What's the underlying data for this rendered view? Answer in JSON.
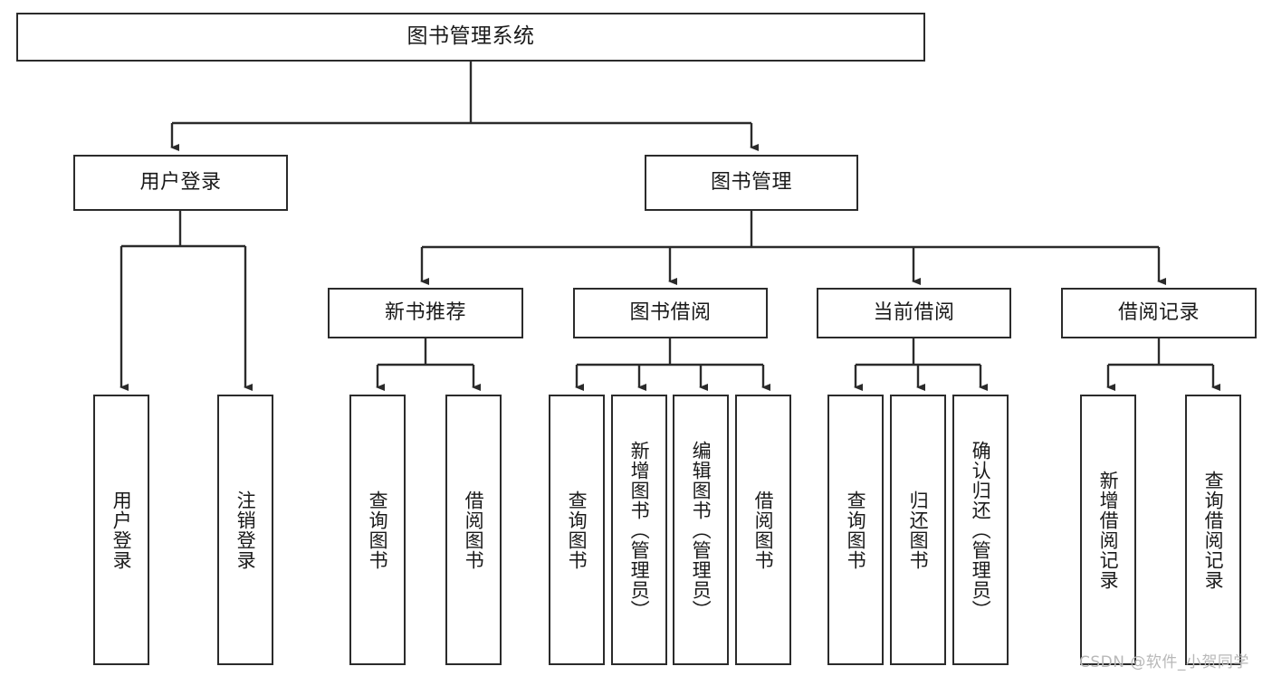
{
  "diagram": {
    "title": "图书管理系统",
    "type": "tree-hierarchy-chart",
    "watermark": "CSDN @软件_小贺同学",
    "colors": {
      "box_border": "#2b2b2b",
      "box_fill": "#ffffff",
      "edge": "#2b2b2b",
      "text": "#1a1a1a",
      "watermark": "#b8b8b8"
    },
    "root": {
      "label": "图书管理系统"
    },
    "level2": [
      {
        "label": "用户登录"
      },
      {
        "label": "图书管理"
      }
    ],
    "level3": [
      {
        "label": "新书推荐"
      },
      {
        "label": "图书借阅"
      },
      {
        "label": "当前借阅"
      },
      {
        "label": "借阅记录"
      }
    ],
    "leaves": {
      "user_login": [
        {
          "label": "用户登录"
        },
        {
          "label": "注销登录"
        }
      ],
      "new_book_rec": [
        {
          "label": "查询图书"
        },
        {
          "label": "借阅图书"
        }
      ],
      "book_borrow": [
        {
          "label": "查询图书"
        },
        {
          "label": "新增图书（管理员）"
        },
        {
          "label": "编辑图书（管理员）"
        },
        {
          "label": "借阅图书"
        }
      ],
      "current_borrow": [
        {
          "label": "查询图书"
        },
        {
          "label": "归还图书"
        },
        {
          "label": "确认归还（管理员）"
        }
      ],
      "borrow_record": [
        {
          "label": "新增借阅记录"
        },
        {
          "label": "查询借阅记录"
        }
      ]
    }
  }
}
